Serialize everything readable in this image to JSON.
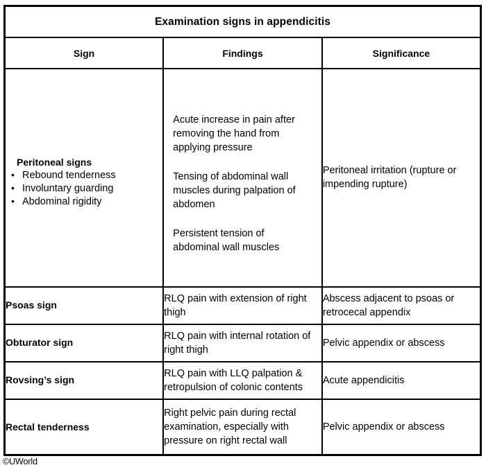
{
  "table": {
    "title": "Examination signs in appendicitis",
    "columns": [
      "Sign",
      "Findings",
      "Significance"
    ],
    "rows": [
      {
        "sign_heading": "Peritoneal signs",
        "sign_bullets": [
          "Rebound tenderness",
          "Involuntary guarding",
          "Abdominal rigidity"
        ],
        "findings": [
          "Acute increase in pain after removing the hand from applying pressure",
          "Tensing of abdominal wall muscles during palpation of abdomen",
          "Persistent tension of abdominal wall muscles"
        ],
        "significance": "Peritoneal irritation (rupture or impending rupture)"
      },
      {
        "sign": "Psoas sign",
        "findings": "RLQ pain with extension of right thigh",
        "significance": "Abscess adjacent to psoas or retrocecal appendix"
      },
      {
        "sign": "Obturator sign",
        "findings": "RLQ pain with internal rotation of right thigh",
        "significance": "Pelvic appendix or abscess"
      },
      {
        "sign": "Rovsing’s sign",
        "findings": "RLQ pain with LLQ palpation & retropulsion of colonic contents",
        "significance": "Acute appendicitis"
      },
      {
        "sign": "Rectal tenderness",
        "findings": "Right pelvic pain during rectal examination, especially with pressure on right rectal wall",
        "significance": "Pelvic appendix or abscess"
      }
    ]
  },
  "footer": {
    "copyright": "©UWorld"
  },
  "colors": {
    "border": "#000000",
    "text": "#000000",
    "background": "#ffffff"
  }
}
